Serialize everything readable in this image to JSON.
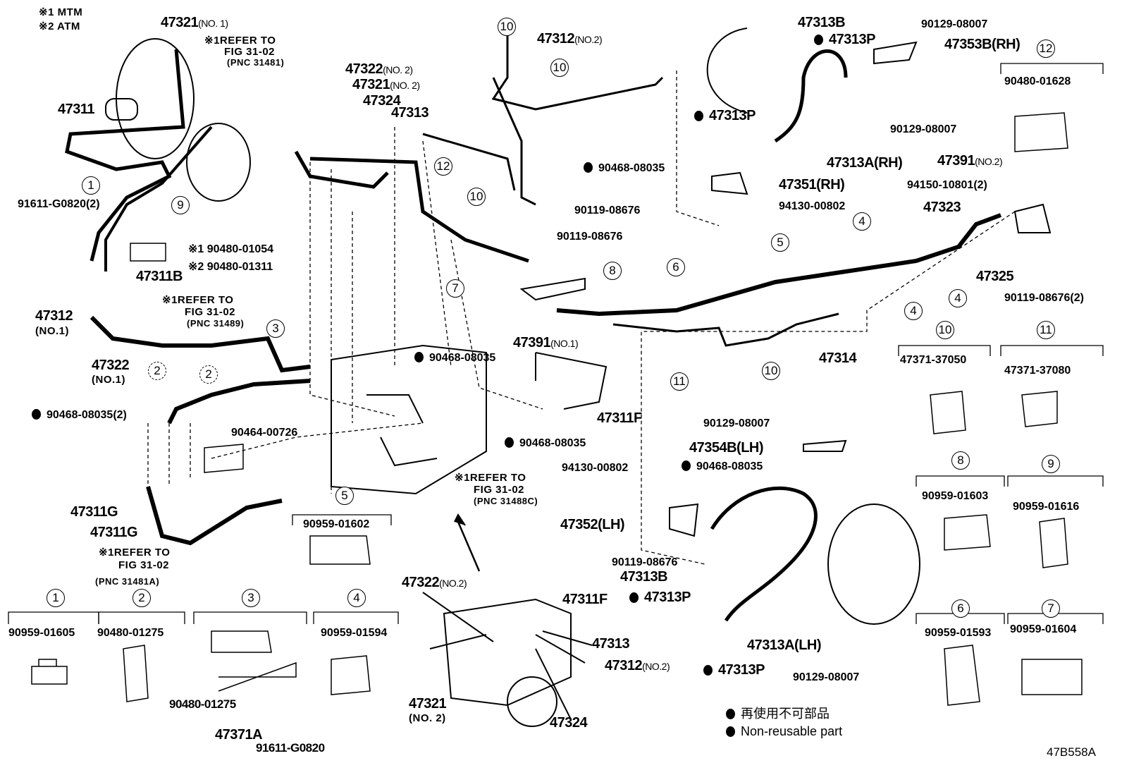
{
  "notes": {
    "mtm": "※1 MTM",
    "atm": "※2 ATM"
  },
  "refer": [
    {
      "line1": "※1REFER TO",
      "line2": "FIG 31-02",
      "line3": "(PNC 31481)"
    },
    {
      "line1": "※1REFER TO",
      "line2": "FIG 31-02",
      "line3": "(PNC 31489)"
    },
    {
      "line1": "※1REFER TO",
      "line2": "FIG 31-02",
      "line3": "(PNC 31481A)"
    },
    {
      "line1": "※1REFER TO",
      "line2": "FIG 31-02",
      "line3": "(PNC 31488C)"
    }
  ],
  "parts": {
    "p47321_no1": "47321",
    "p47321_no1_sfx": "(NO. 1)",
    "p47311": "47311",
    "p91611_2": "91611-G0820(2)",
    "p90480_01054": "※1 90480-01054",
    "p90480_01311": "※2 90480-01311",
    "p47311B": "47311B",
    "p47312_no1": "47312",
    "p47312_no1_sfx": "(NO.1)",
    "p47322_no1": "47322",
    "p47322_no1_sfx": "(NO.1)",
    "p90468_2": "90468-08035(2)",
    "p90464": "90464-00726",
    "p47311G_a": "47311G",
    "p47311G_b": "47311G",
    "p47322_no2_top": "47322",
    "p47322_no2_top_sfx": "(NO. 2)",
    "p47321_no2_top": "47321",
    "p47321_no2_top_sfx": "(NO. 2)",
    "p47324_top": "47324",
    "p47313_top": "47313",
    "p47312_no2_top": "47312",
    "p47312_no2_top_sfx": "(NO.2)",
    "p90119_mid": "90119-08676",
    "p90468_mid1": "90468-08035",
    "p47391_no1": "47391",
    "p47391_no1_sfx": "(NO.1)",
    "p47314": "47314",
    "p47311F_a": "47311F",
    "p90468_mid2": "90468-08035",
    "p47322_no2_bot": "47322",
    "p47322_no2_bot_sfx": "(NO.2)",
    "p47311F_b": "47311F",
    "p47313_bot": "47313",
    "p47312_no2_bot": "47312",
    "p47312_no2_bot_sfx": "(NO.2)",
    "p47321_no2_bot": "47321",
    "p47321_no2_bot_sfx": "(NO. 2)",
    "p47324_bot": "47324",
    "p47313B_rh": "47313B",
    "p47313P_rh1": "47313P",
    "p90129_rh1": "90129-08007",
    "p47353B": "47353B(RH)",
    "p90480_01628": "90480-01628",
    "p47313P_rh2": "47313P",
    "p90129_rh2": "90129-08007",
    "p90468_rh": "90468-08035",
    "p47313A_rh": "47313A(RH)",
    "p47351": "47351(RH)",
    "p94130_rh": "94130-00802",
    "p90119_rh": "90119-08676",
    "p47391_no2": "47391",
    "p47391_no2_sfx": "(NO.2)",
    "p94150": "94150-10801(2)",
    "p47323": "47323",
    "p47325": "47325",
    "p90119_2": "90119-08676(2)",
    "p90129_lh1": "90129-08007",
    "p47354B": "47354B(LH)",
    "p90468_lh": "90468-08035",
    "p94130_lh": "94130-00802",
    "p47352": "47352(LH)",
    "p90119_lh": "90119-08676",
    "p47313B_lh": "47313B",
    "p47313P_lh1": "47313P",
    "p47313A_lh": "47313A(LH)",
    "p47313P_lh2": "47313P",
    "p90129_lh2": "90129-08007",
    "p90480_01275_b": "90480-01275",
    "p47371A": "47371A",
    "p91611": "91611-G0820"
  },
  "clamps": [
    {
      "num": "1",
      "part": "90959-01605"
    },
    {
      "num": "2",
      "part": "90480-01275"
    },
    {
      "num": "3",
      "part": ""
    },
    {
      "num": "4",
      "part": "90959-01594"
    },
    {
      "num": "5",
      "part": "90959-01602"
    },
    {
      "num": "6",
      "part": "90959-01593"
    },
    {
      "num": "7",
      "part": "90959-01604"
    },
    {
      "num": "8",
      "part": "90959-01603"
    },
    {
      "num": "9",
      "part": "90959-01616"
    },
    {
      "num": "10",
      "part": "47371-37050"
    },
    {
      "num": "11",
      "part": "47371-37080"
    },
    {
      "num": "12",
      "part": "90480-01628"
    }
  ],
  "callouts": [
    "1",
    "9",
    "3",
    "2",
    "2",
    "12",
    "7",
    "10",
    "10",
    "10",
    "8",
    "6",
    "5",
    "4",
    "4",
    "4",
    "11",
    "10"
  ],
  "legend": {
    "jp": "再使用不可部品",
    "en": "Non-reusable part"
  },
  "figure_id": "47B558A"
}
